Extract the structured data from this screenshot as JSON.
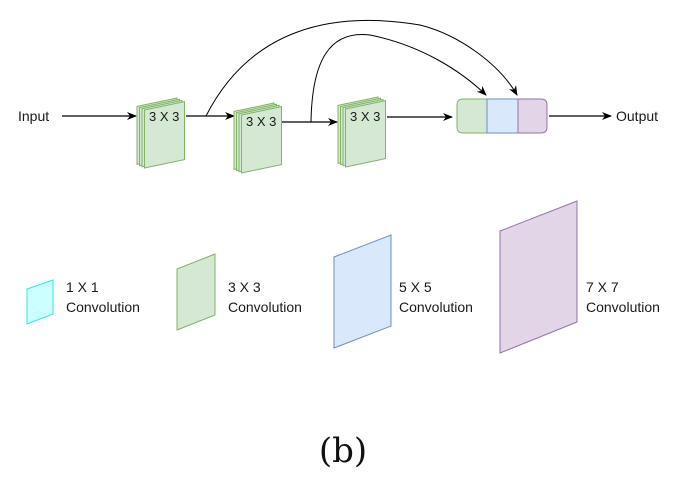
{
  "diagram": {
    "input_label": "Input",
    "output_label": "Output",
    "blocks": [
      {
        "label": "3 X 3",
        "kind": "3x3"
      },
      {
        "label": "3 X 3",
        "kind": "3x3"
      },
      {
        "label": "3 X 3",
        "kind": "3x3"
      }
    ],
    "concat_segments": [
      "3x3",
      "5x5",
      "7x7"
    ],
    "skip_connections": [
      {
        "from": "block-1-output",
        "to": "concat-segment-2"
      },
      {
        "from": "block-2-output",
        "to": "concat-segment-1"
      }
    ]
  },
  "legend": [
    {
      "key": "1x1",
      "size_label": "1 X 1",
      "name": "Convolution"
    },
    {
      "key": "3x3",
      "size_label": "3 X 3",
      "name": "Convolution"
    },
    {
      "key": "5x5",
      "size_label": "5 X 5",
      "name": "Convolution"
    },
    {
      "key": "7x7",
      "size_label": "7 X 7",
      "name": "Convolution"
    }
  ],
  "colors": {
    "1x1": {
      "fill": "#ccffff",
      "stroke": "#33e6e6"
    },
    "3x3": {
      "fill": "#d5e8d4",
      "stroke": "#82b366"
    },
    "5x5": {
      "fill": "#dae8fc",
      "stroke": "#6c8ebf"
    },
    "7x7": {
      "fill": "#e1d5e7",
      "stroke": "#9673a6"
    },
    "line": "#000000"
  },
  "caption": "(b)"
}
